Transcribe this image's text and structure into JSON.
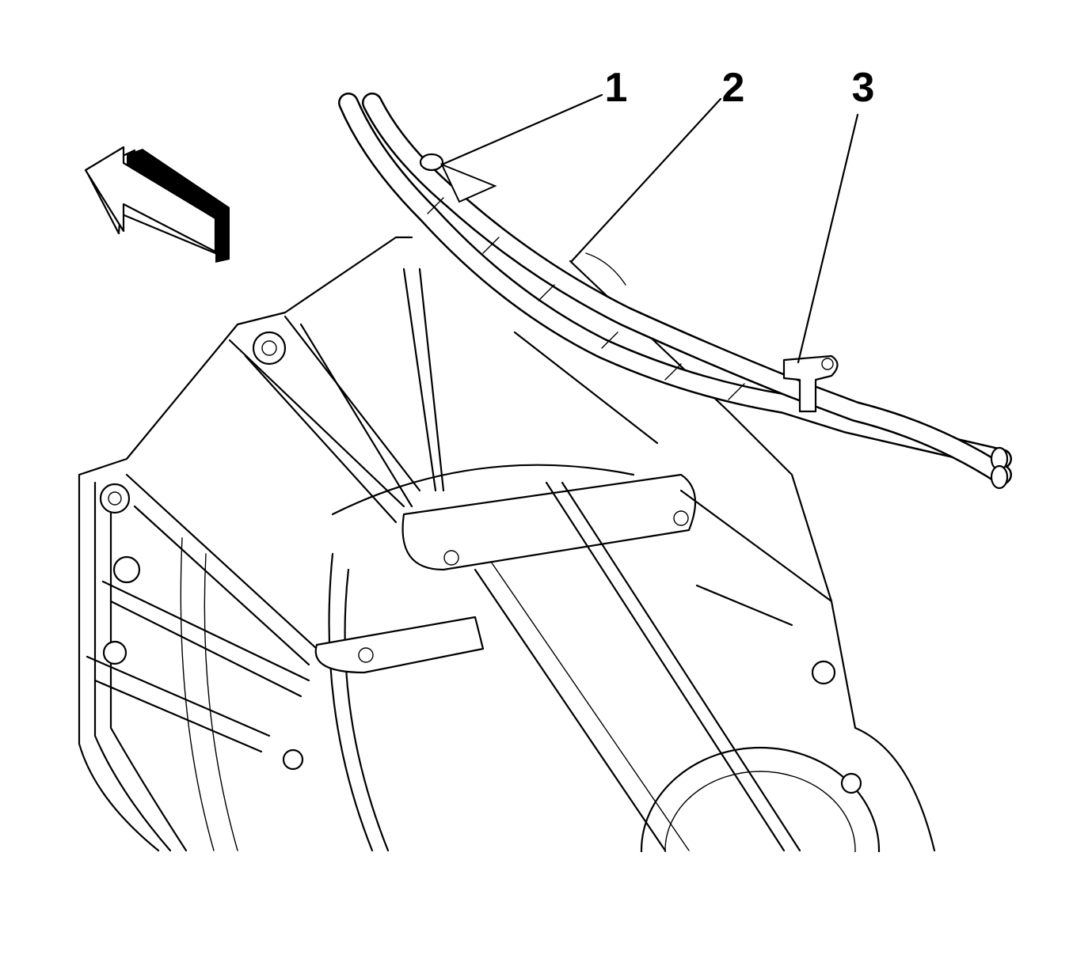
{
  "callouts": [
    {
      "label": "1"
    },
    {
      "label": "2"
    },
    {
      "label": "3"
    }
  ],
  "colors": {
    "ink": "#000000",
    "paper": "#ffffff"
  },
  "icons": {
    "direction": "front-direction-arrow-icon"
  }
}
